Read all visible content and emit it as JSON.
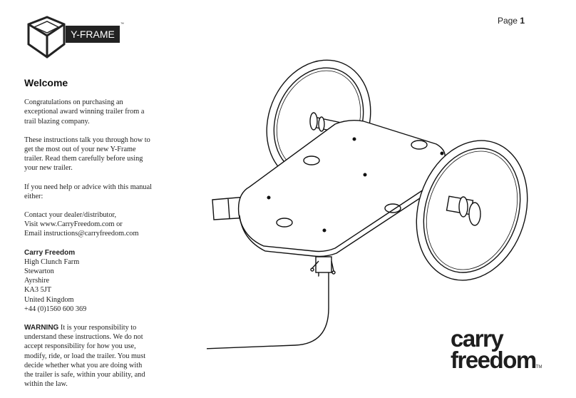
{
  "header": {
    "logo_text": "Y-FRAME",
    "logo_tm": "™",
    "page_label": "Page",
    "page_number": "1"
  },
  "content": {
    "title": "Welcome",
    "para1": "Congratulations on purchasing an exceptional award winning trailer from a trail blazing company.",
    "para2": "These instructions talk you through how to get the most out of your new Y-Frame trailer. Read them carefully before using your new trailer.",
    "para3": "If you need help or advice with this manual either:",
    "contact": [
      "Contact your dealer/distributor,",
      "Visit www.CarryFreedom.com or",
      "Email instructions@carryfreedom.com"
    ],
    "address_title": "Carry Freedom",
    "address": [
      "High Clunch Farm",
      "Stewarton",
      "Ayrshire",
      "KA3 5JT",
      "United Kingdom",
      "+44 (0)1560 600 369"
    ],
    "warning_label": "WARNING",
    "warning_text": "It is your responsibility to understand these instructions. We do not accept responsibility for how you use, modify, ride, or load the trailer. You must decide whether what you are doing with the trailer is safe, within your ability, and within the law."
  },
  "brand": {
    "line1": "carry",
    "line2": "freedom",
    "tm": "TM"
  }
}
